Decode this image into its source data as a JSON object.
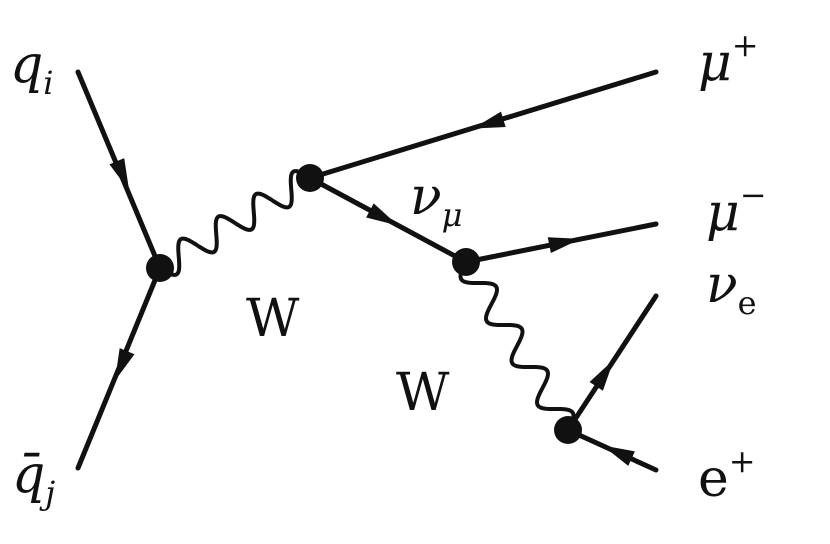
{
  "labels": {
    "q_i": {
      "base": "q",
      "sub": "i"
    },
    "qbar_j": {
      "base": "q̄",
      "sub": "j"
    },
    "mu_plus": {
      "base": "μ",
      "sup": "+"
    },
    "mu_minus": {
      "base": "μ",
      "sup": "−"
    },
    "nu_mu": {
      "base": "ν",
      "sub": "μ"
    },
    "nu_e": {
      "base": "ν",
      "sub": "e"
    },
    "e_plus": {
      "base": "e",
      "sup": "+"
    },
    "w_boson_1": "W",
    "w_boson_2": "W"
  }
}
